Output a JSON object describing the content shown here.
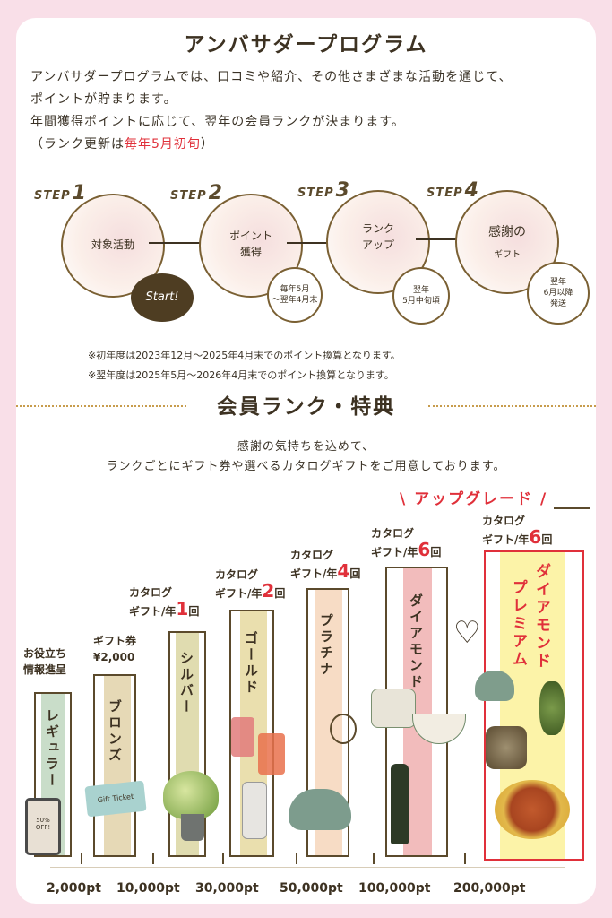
{
  "program": {
    "title": "アンバサダープログラム",
    "intro_line1": "アンバサダープログラムでは、口コミや紹介、その他さまざまな活動を通じて、",
    "intro_line2": "ポイントが貯まります。",
    "intro_line3": "年間獲得ポイントに応じて、翌年の会員ランクが決まります。",
    "intro_line4_pre": "（ランク更新は",
    "intro_line4_red": "毎年5月初旬",
    "intro_line4_post": "）"
  },
  "steps": [
    {
      "label": "STEP",
      "num": "1",
      "line1": "対象活動",
      "line2": "",
      "badge1": "",
      "badge2": ""
    },
    {
      "label": "STEP",
      "num": "2",
      "line1": "ポイント",
      "line2": "獲得",
      "badge1": "毎年5月",
      "badge2": "～翌年4月末"
    },
    {
      "label": "STEP",
      "num": "3",
      "line1": "ランク",
      "line2": "アップ",
      "badge1": "翌年",
      "badge2": "5月中旬頃"
    },
    {
      "label": "STEP",
      "num": "4",
      "line1": "感謝の",
      "line2": "ギフト",
      "badge1": "翌年",
      "badge2": "6月以降",
      "badge3": "発送"
    }
  ],
  "start_label": "Start!",
  "notes": {
    "note1": "※初年度は2023年12月～2025年4月末でのポイント換算となります。",
    "note2": "※翌年度は2025年5月～2026年4月末でのポイント換算となります。"
  },
  "rank": {
    "title": "会員ランク・特典",
    "thanks1": "感謝の気持ちを込めて、",
    "thanks2": "ランクごとにギフト券や選べるカタログギフトをご用意しております。",
    "upgrade": "アップグレード",
    "levels": [
      {
        "name": "レギュラー",
        "cap1": "お役立ち",
        "cap2": "情報進呈",
        "cap_big": "",
        "cap_suffix": ""
      },
      {
        "name": "ブロンズ",
        "cap1": "ギフト券",
        "cap2": "¥2,000",
        "cap_big": "",
        "cap_suffix": ""
      },
      {
        "name": "シルバー",
        "cap1": "カタログ",
        "cap2": "ギフト/年",
        "cap_big": "1",
        "cap_suffix": "回"
      },
      {
        "name": "ゴールド",
        "cap1": "カタログ",
        "cap2": "ギフト/年",
        "cap_big": "2",
        "cap_suffix": "回"
      },
      {
        "name": "プラチナ",
        "cap1": "カタログ",
        "cap2": "ギフト/年",
        "cap_big": "4",
        "cap_suffix": "回"
      },
      {
        "name": "ダイアモンド",
        "cap1": "カタログ",
        "cap2": "ギフト/年",
        "cap_big": "6",
        "cap_suffix": "回"
      },
      {
        "name": "ダイアモンドプレミアム",
        "name_line1": "ダイアモンド",
        "name_line2": "プレミアム",
        "cap1": "カタログ",
        "cap2": "ギフト/年",
        "cap_big": "6",
        "cap_suffix": "回"
      }
    ],
    "points": [
      "2,000pt",
      "10,000pt",
      "30,000pt",
      "50,000pt",
      "100,000pt",
      "200,000pt"
    ],
    "gift_ticket": "Gift Ticket",
    "qr_text": "50% OFF!"
  },
  "colors": {
    "background": "#f9dfe8",
    "accent_red": "#e0303a",
    "brown": "#5b4a2c",
    "regular": "#c9ddc9",
    "bronze": "#e6d9b6",
    "silver": "#e0dcb0",
    "gold": "#eadfae",
    "platinum": "#f7dcc5",
    "diamond": "#f2bcbc",
    "premium": "#fcf3a8"
  }
}
